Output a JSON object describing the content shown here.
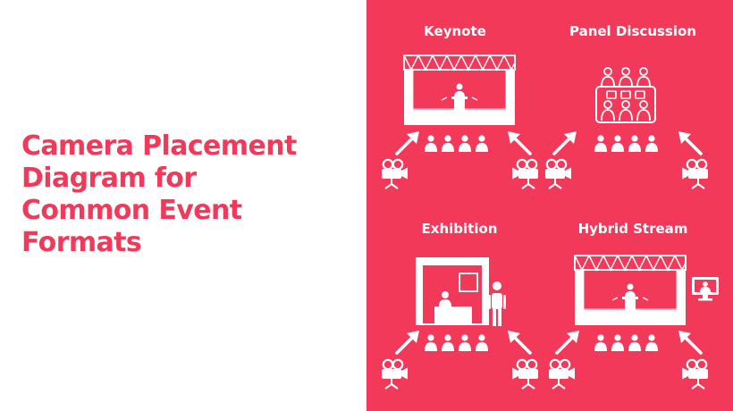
{
  "title_lines": [
    "Camera Placement",
    "Diagram for",
    "Common Event",
    "Formats"
  ],
  "panels": [
    {
      "label": "Keynote"
    },
    {
      "label": "Panel Discussion"
    },
    {
      "label": "Exhibition"
    },
    {
      "label": "Hybrid Stream"
    }
  ],
  "colors": {
    "accent": "#f2395a",
    "foreground": "#ffffff",
    "background": "#ffffff"
  },
  "icons": [
    "stage-truss-icon",
    "speaker-podium-icon",
    "panel-table-icon",
    "booth-icon",
    "standing-person-icon",
    "monitor-icon",
    "audience-icon",
    "arrow-icon",
    "video-camera-icon"
  ]
}
